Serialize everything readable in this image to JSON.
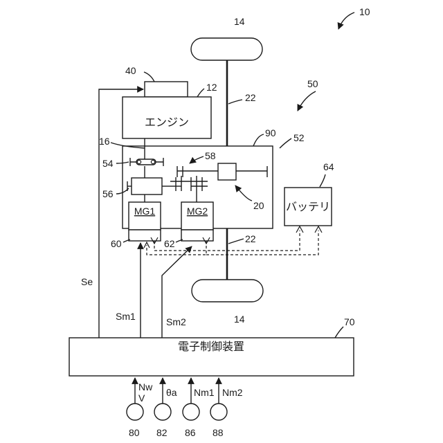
{
  "refs": {
    "system": "10",
    "engine": "12",
    "wheel_top": "14",
    "wheel_bottom": "14",
    "crankshaft": "16",
    "power_transmission": "20",
    "axle_top": "22",
    "axle_bottom": "22",
    "throttle": "40",
    "drive_system": "50",
    "transmission": "52",
    "damper": "54",
    "planetary": "56",
    "gear_58": "58",
    "inverter_1": "60",
    "inverter_2": "62",
    "battery": "64",
    "ecu": "70",
    "sensor_80": "80",
    "sensor_82": "82",
    "sensor_86": "86",
    "sensor_88": "88",
    "case": "90"
  },
  "labels": {
    "engine": "エンジン",
    "mg1": "MG1",
    "mg2": "MG2",
    "battery": "バッテリ",
    "ecu": "電子制御装置"
  },
  "signals": {
    "se": "Se",
    "sm1": "Sm1",
    "sm2": "Sm2",
    "nw": "Nw",
    "v": "V",
    "theta_a": "θa",
    "nm1": "Nm1",
    "nm2": "Nm2"
  }
}
